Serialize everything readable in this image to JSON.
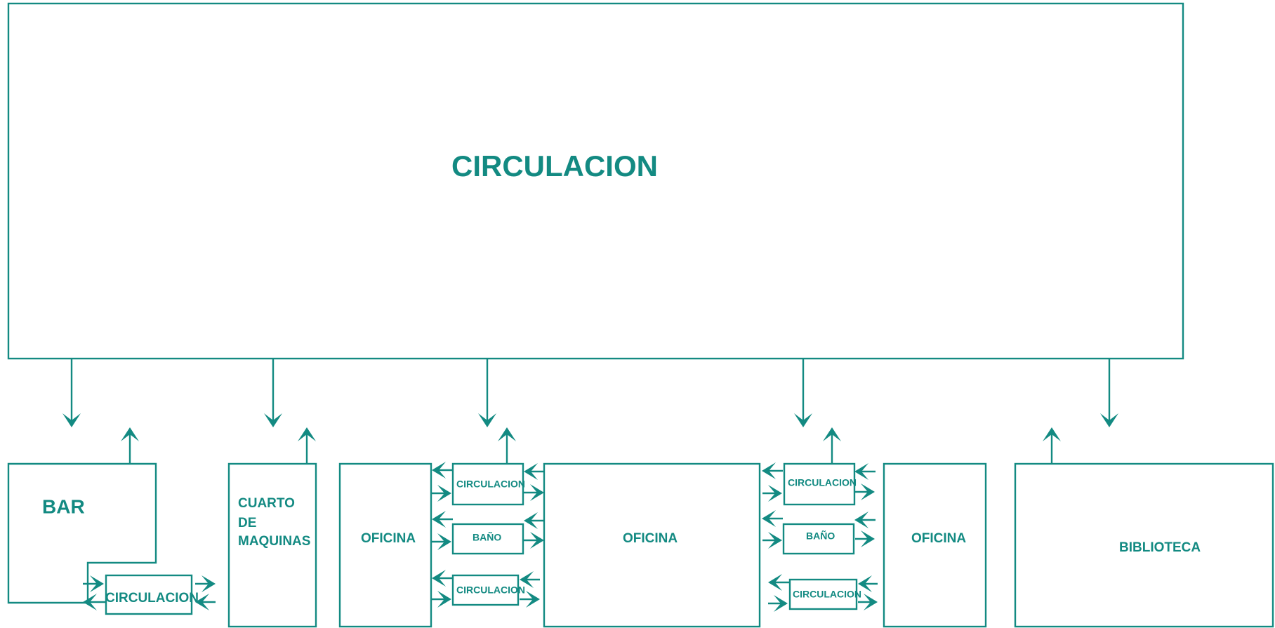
{
  "colors": {
    "accent": "#138a82"
  },
  "labels": {
    "main_circulation": "CIRCULACION",
    "bar": "BAR",
    "bar_circulation": "CIRCULACION",
    "machine_room_line1": "CUARTO",
    "machine_room_line2": "DE",
    "machine_room_line3": "MAQUINAS",
    "office_left": "OFICINA",
    "office_center": "OFICINA",
    "office_right": "OFICINA",
    "library": "BIBLIOTECA",
    "left_circulation_top": "CIRCULACION",
    "left_bath": "BAÑO",
    "left_circulation_bottom": "CIRCULACION",
    "right_circulation_top": "CIRCULACION",
    "right_bath": "BAÑO",
    "right_circulation_bottom": "CIRCULACION"
  }
}
